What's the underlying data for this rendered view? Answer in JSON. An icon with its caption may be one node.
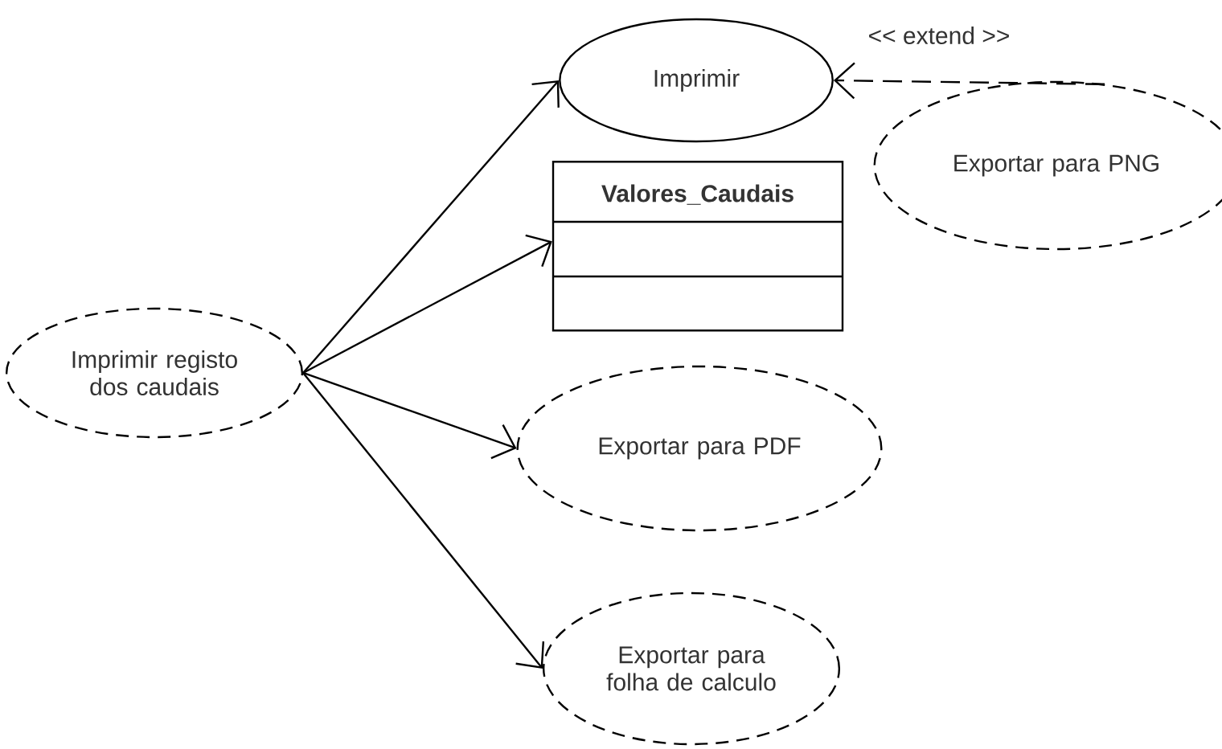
{
  "diagram": {
    "nodes": [
      {
        "text": [
          "Imprimir registo dos caudais"
        ]
      },
      {
        "text": [
          "Imprimir"
        ]
      },
      {
        "text": [
          "Exportar para PNG"
        ]
      },
      {
        "text": [
          "Valores_Caudais"
        ]
      },
      {
        "text": [
          "Exportar para PDF"
        ]
      },
      {
        "text": [
          "Exportar para folha de calculo"
        ]
      }
    ],
    "edges": [
      {
        "from": 0,
        "to": 1,
        "arrow": "to"
      },
      {
        "from": 0,
        "to": 3,
        "arrow": "to"
      },
      {
        "from": 0,
        "to": 4,
        "arrow": "to"
      },
      {
        "from": 0,
        "to": 5,
        "arrow": "to"
      },
      {
        "from": 2,
        "to": 1,
        "arrow": "to",
        "style": "dashed",
        "label": "<< extend >>"
      }
    ]
  }
}
